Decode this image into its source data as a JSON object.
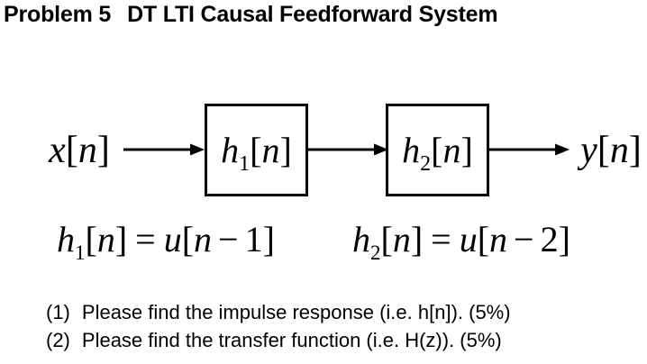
{
  "colors": {
    "background": "#ffffff",
    "ink": "#000000"
  },
  "title": {
    "part1": "Problem 5",
    "part2": "DT LTI Causal Feedforward System"
  },
  "diagram": {
    "input": {
      "var": "x",
      "open": "[",
      "arg": "n",
      "close": "]"
    },
    "blocks": [
      {
        "var": "h",
        "sub": "1",
        "open": "[",
        "arg": "n",
        "close": "]"
      },
      {
        "var": "h",
        "sub": "2",
        "open": "[",
        "arg": "n",
        "close": "]"
      }
    ],
    "output": {
      "var": "y",
      "open": "[",
      "arg": "n",
      "close": "]"
    }
  },
  "equations": [
    {
      "lhs": {
        "var": "h",
        "sub": "1",
        "open": "[",
        "arg": "n",
        "close": "]"
      },
      "rel": "=",
      "rhs": {
        "var": "u",
        "open": "[",
        "arg": "n",
        "op": "−",
        "num": "1",
        "close": "]"
      }
    },
    {
      "lhs": {
        "var": "h",
        "sub": "2",
        "open": "[",
        "arg": "n",
        "close": "]"
      },
      "rel": "=",
      "rhs": {
        "var": "u",
        "open": "[",
        "arg": "n",
        "op": "−",
        "num": "2",
        "close": "]"
      }
    }
  ],
  "questions": [
    {
      "number": "(1)",
      "text": "Please find the impulse response (i.e. h[n]). (5%)"
    },
    {
      "number": "(2)",
      "text": "Please find the transfer function (i.e. H(z)). (5%)"
    }
  ]
}
